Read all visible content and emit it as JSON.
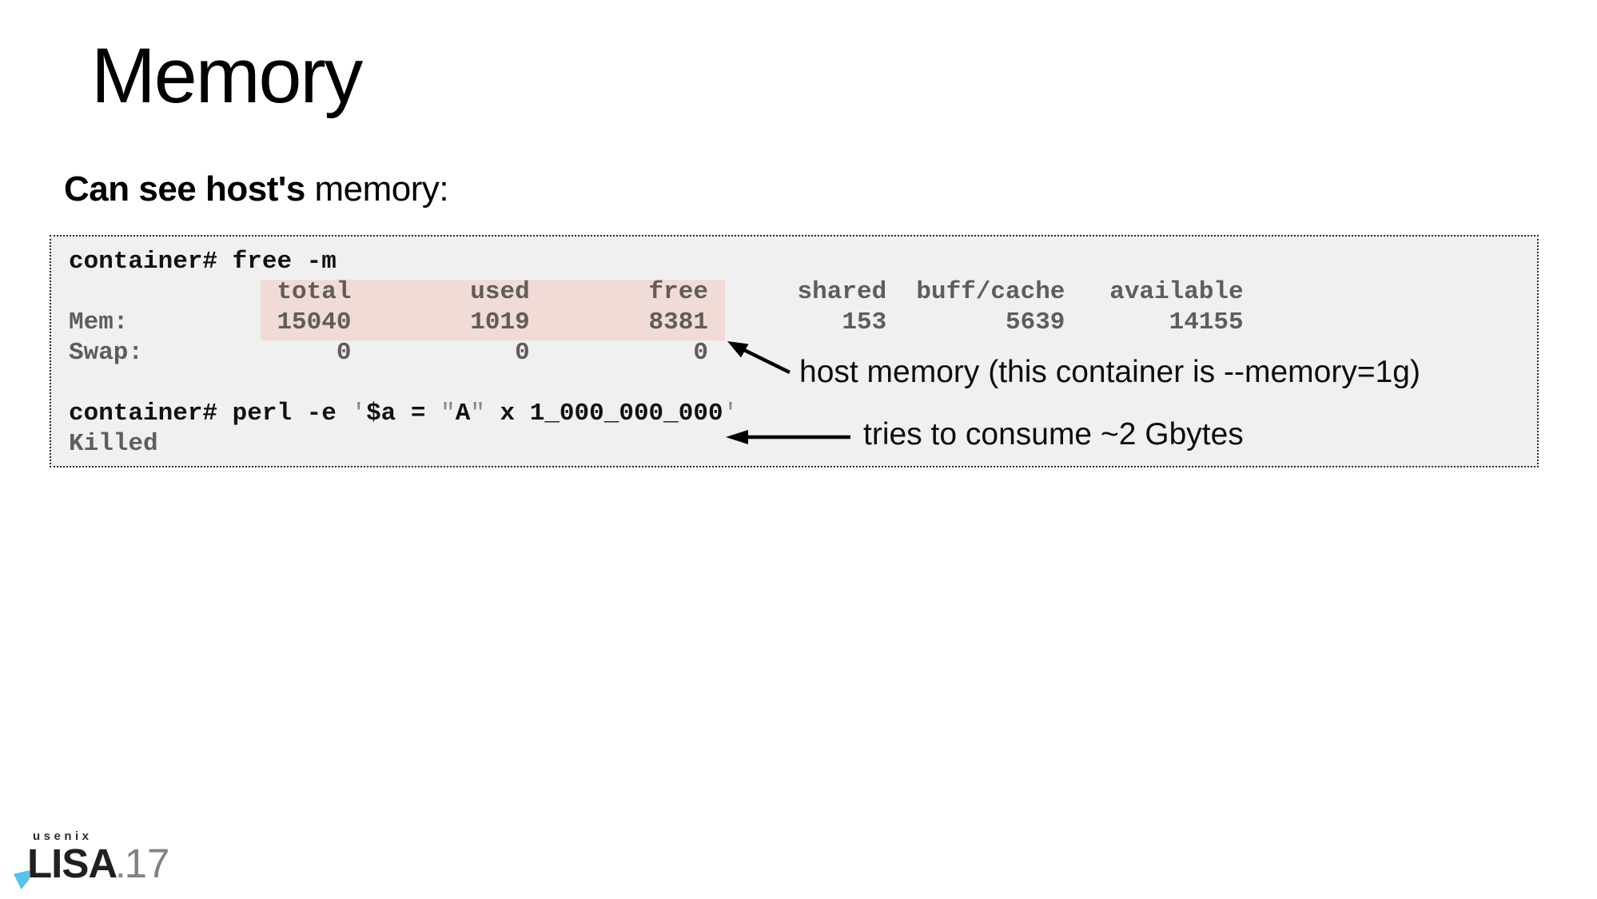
{
  "title": "Memory",
  "subheading": {
    "bold": "Can see host's",
    "normal": " memory:"
  },
  "terminal": {
    "command1": "container# free -m",
    "header_row": "              total        used        free      shared  buff/cache   available",
    "mem_row": "Mem:          15040        1019        8381         153        5639       14155",
    "swap_row": "Swap:             0           0           0",
    "command2": {
      "p1": "container# perl -e ",
      "q1": "'",
      "p2": "$a = ",
      "q2": "\"",
      "p3": "A",
      "q3": "\"",
      "p4": " x 1_000_000_000",
      "q4": "'"
    },
    "killed": "Killed"
  },
  "annotations": {
    "host_memory": "host memory (this container is --memory=1g)",
    "consume": "tries to consume ~2 Gbytes"
  },
  "logo": {
    "usenix": "usenix",
    "lisa": "LISA",
    "dot": ".",
    "year": "17"
  },
  "colors": {
    "terminal_background": "#f0f0f0",
    "terminal_border": "#2b2b2b",
    "command_text": "#111111",
    "output_text": "#605c5a",
    "highlight_fill": "#f0dbd6",
    "arrow": "#000000",
    "logo_dark": "#231f20",
    "logo_year_gray": "#808285",
    "logo_triangle_blue": "#5bc2e7"
  }
}
